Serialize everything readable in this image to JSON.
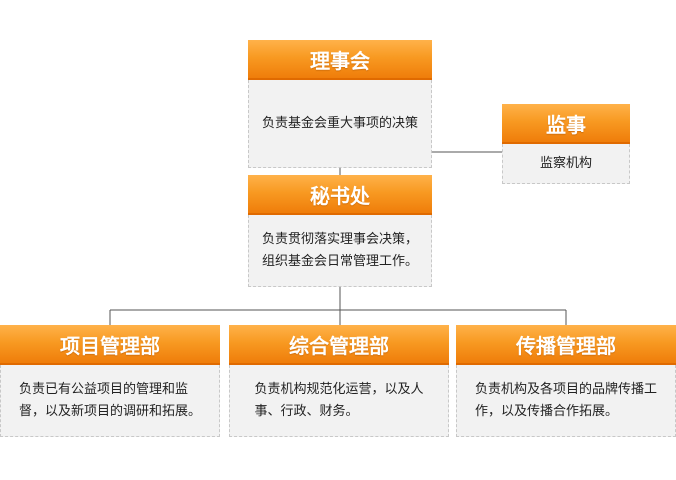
{
  "nodes": {
    "council": {
      "title": "理事会",
      "lines": [
        "负责基金会重大事项的决策"
      ]
    },
    "supervisor": {
      "title": "监事",
      "lines": [
        "监察机构"
      ]
    },
    "secretariat": {
      "title": "秘书处",
      "lines": [
        "负责贯彻落实理事会决策，",
        "组织基金会日常管理工作。"
      ]
    },
    "project_dept": {
      "title": "项目管理部",
      "lines": [
        "负责已有公益项目的管理和监",
        "督，以及新项目的调研和拓展。"
      ]
    },
    "general_dept": {
      "title": "综合管理部",
      "lines": [
        "负责机构规范化运营，以及人",
        "事、行政、财务。"
      ]
    },
    "comm_dept": {
      "title": "传播管理部",
      "lines": [
        "负责机构及各项目的品牌传播工",
        "作，以及传播合作拓展。"
      ]
    }
  },
  "colors": {
    "header_top": "#ffb24a",
    "header_bottom": "#ef7d0a",
    "body_bg": "#f2f2f2",
    "connector": "#555555"
  }
}
